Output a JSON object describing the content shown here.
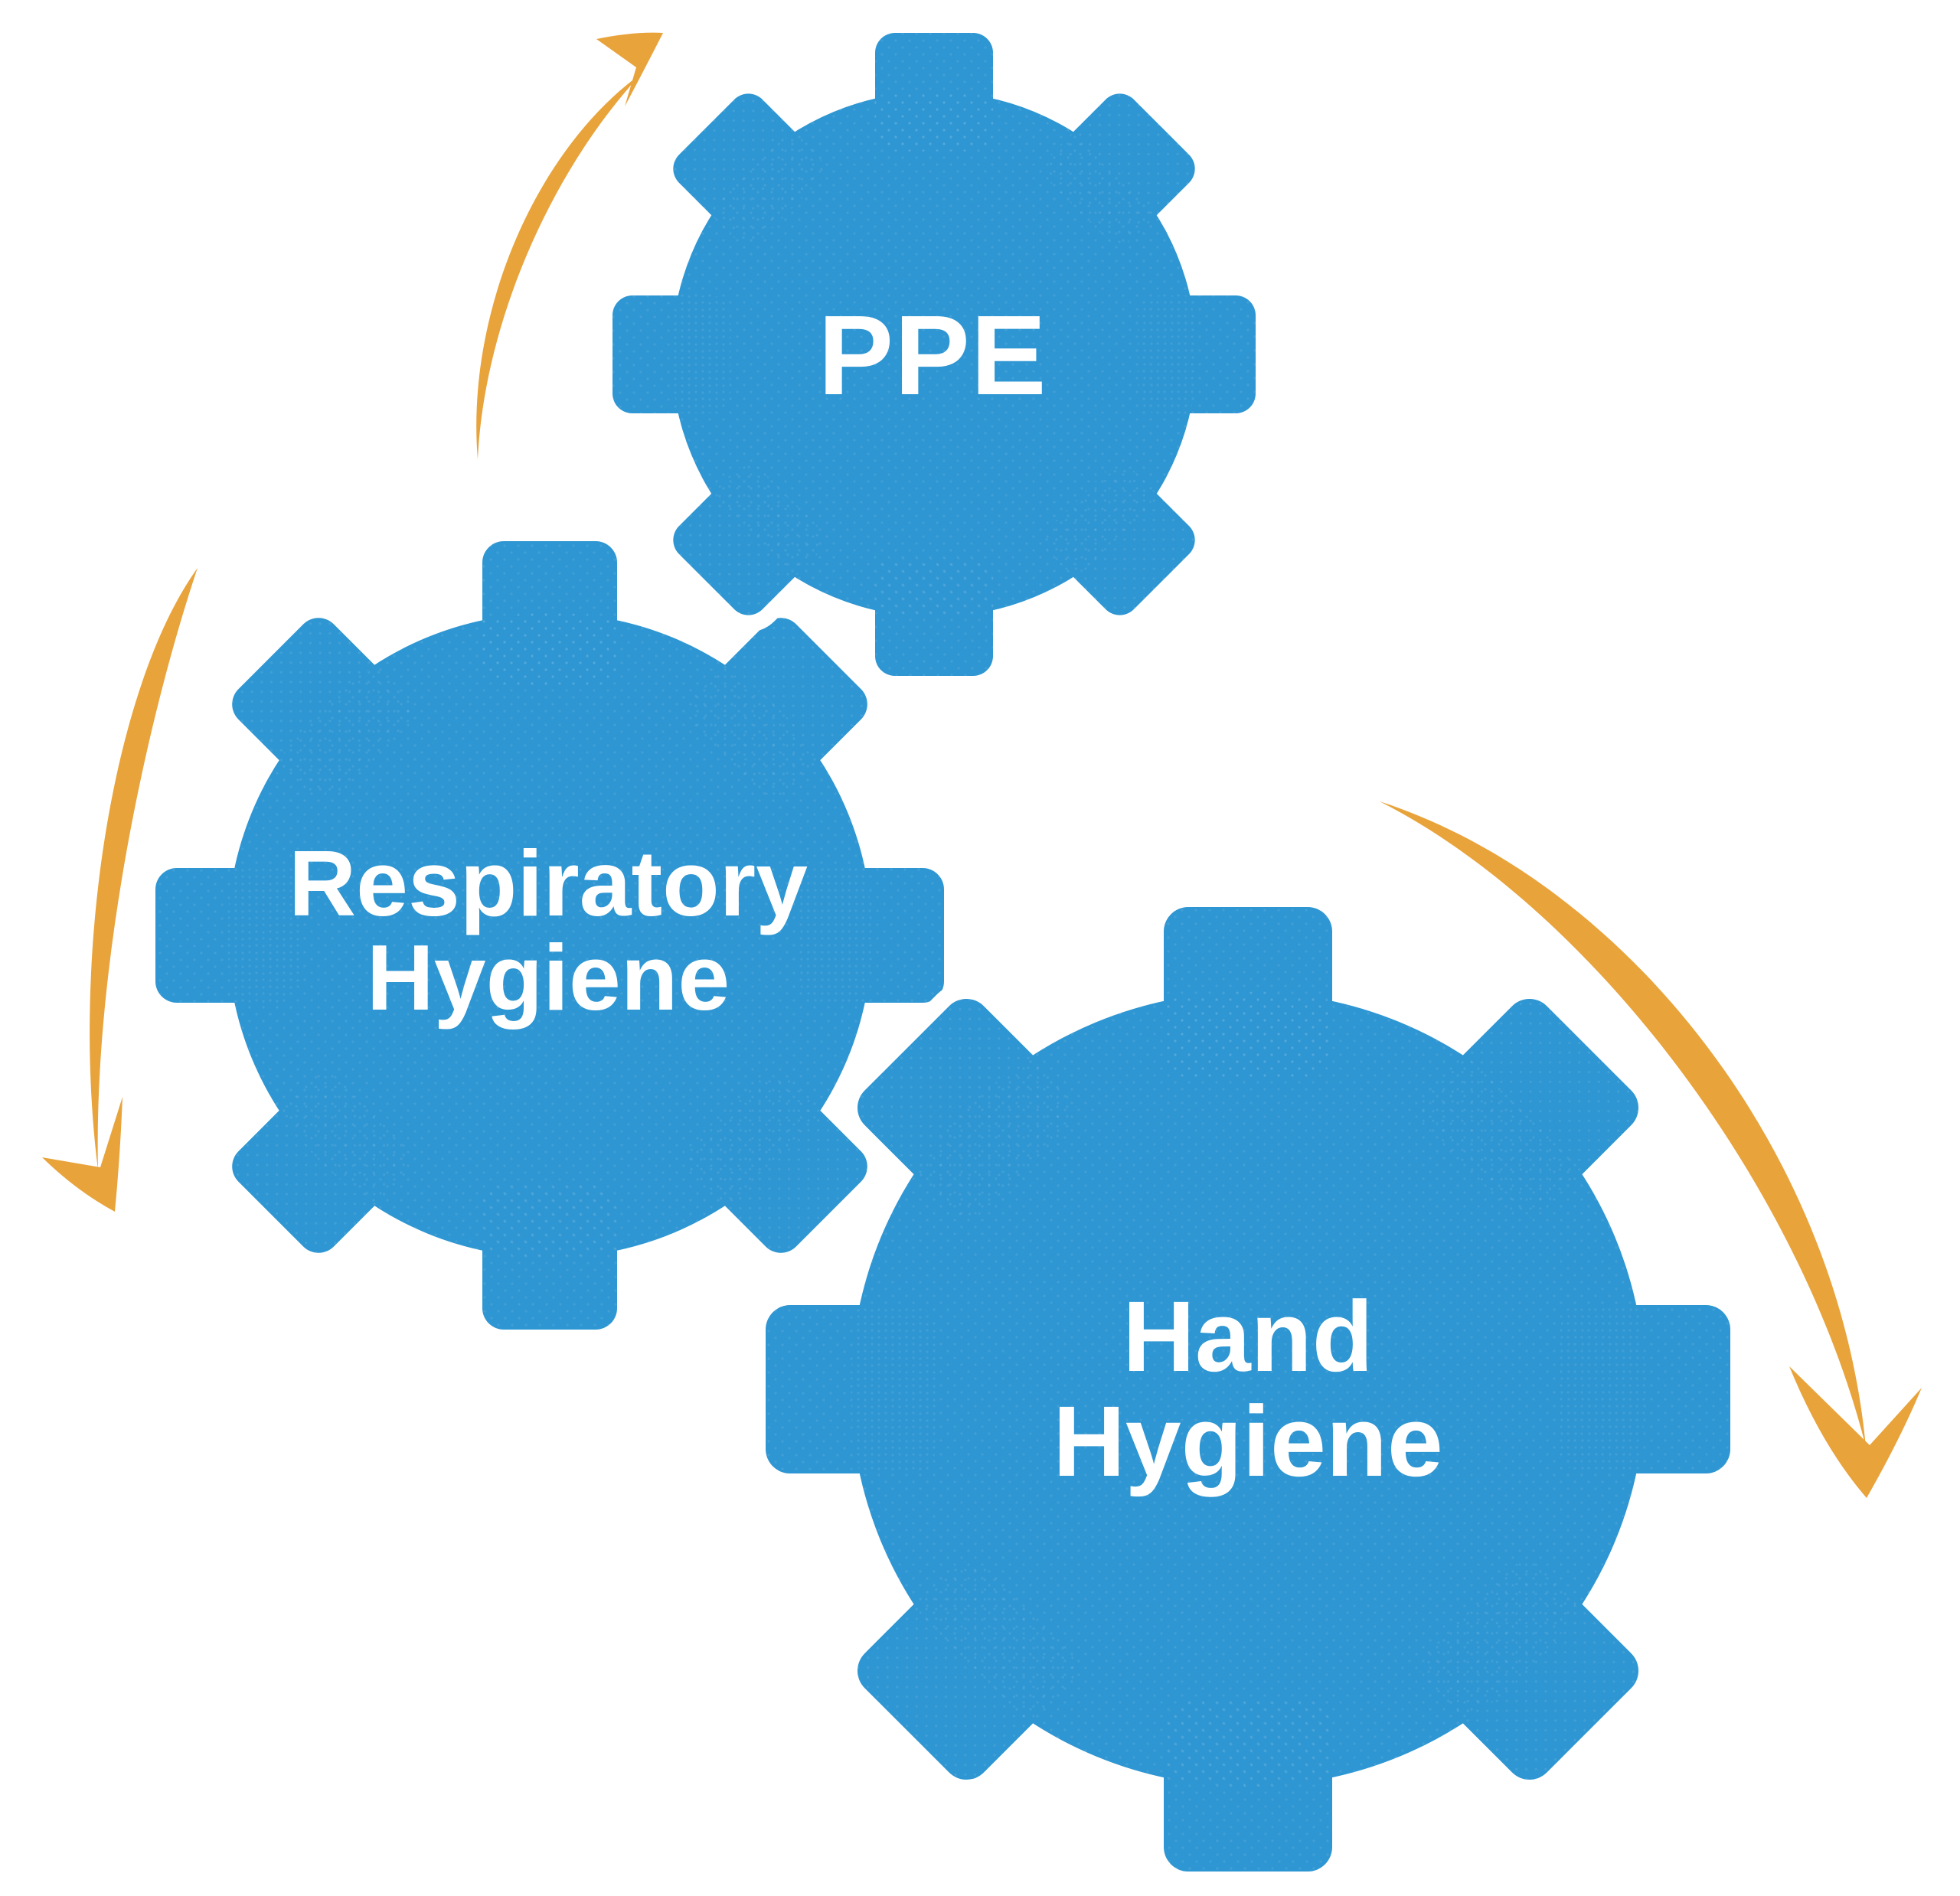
{
  "gears": [
    {
      "id": "ppe",
      "lines": [
        "PPE"
      ]
    },
    {
      "id": "respiratory-hygiene",
      "lines": [
        "Respiratory",
        "Hygiene"
      ]
    },
    {
      "id": "hand-hygiene",
      "lines": [
        "Hand",
        "Hygiene"
      ]
    }
  ],
  "arrows": [
    {
      "icon": "curved-arrow-up-right-icon",
      "position": "top-left-of-ppe-gear"
    },
    {
      "icon": "curved-arrow-down-left-icon",
      "position": "left-of-respiratory-gear"
    },
    {
      "icon": "curved-arrow-down-right-icon",
      "position": "right-of-hand-hygiene-gear"
    }
  ],
  "colors": {
    "gear_blue": "#2E96D2",
    "arrow_orange": "#E8A33B",
    "label_white": "#FFFFFF",
    "background": "#FFFFFF"
  }
}
